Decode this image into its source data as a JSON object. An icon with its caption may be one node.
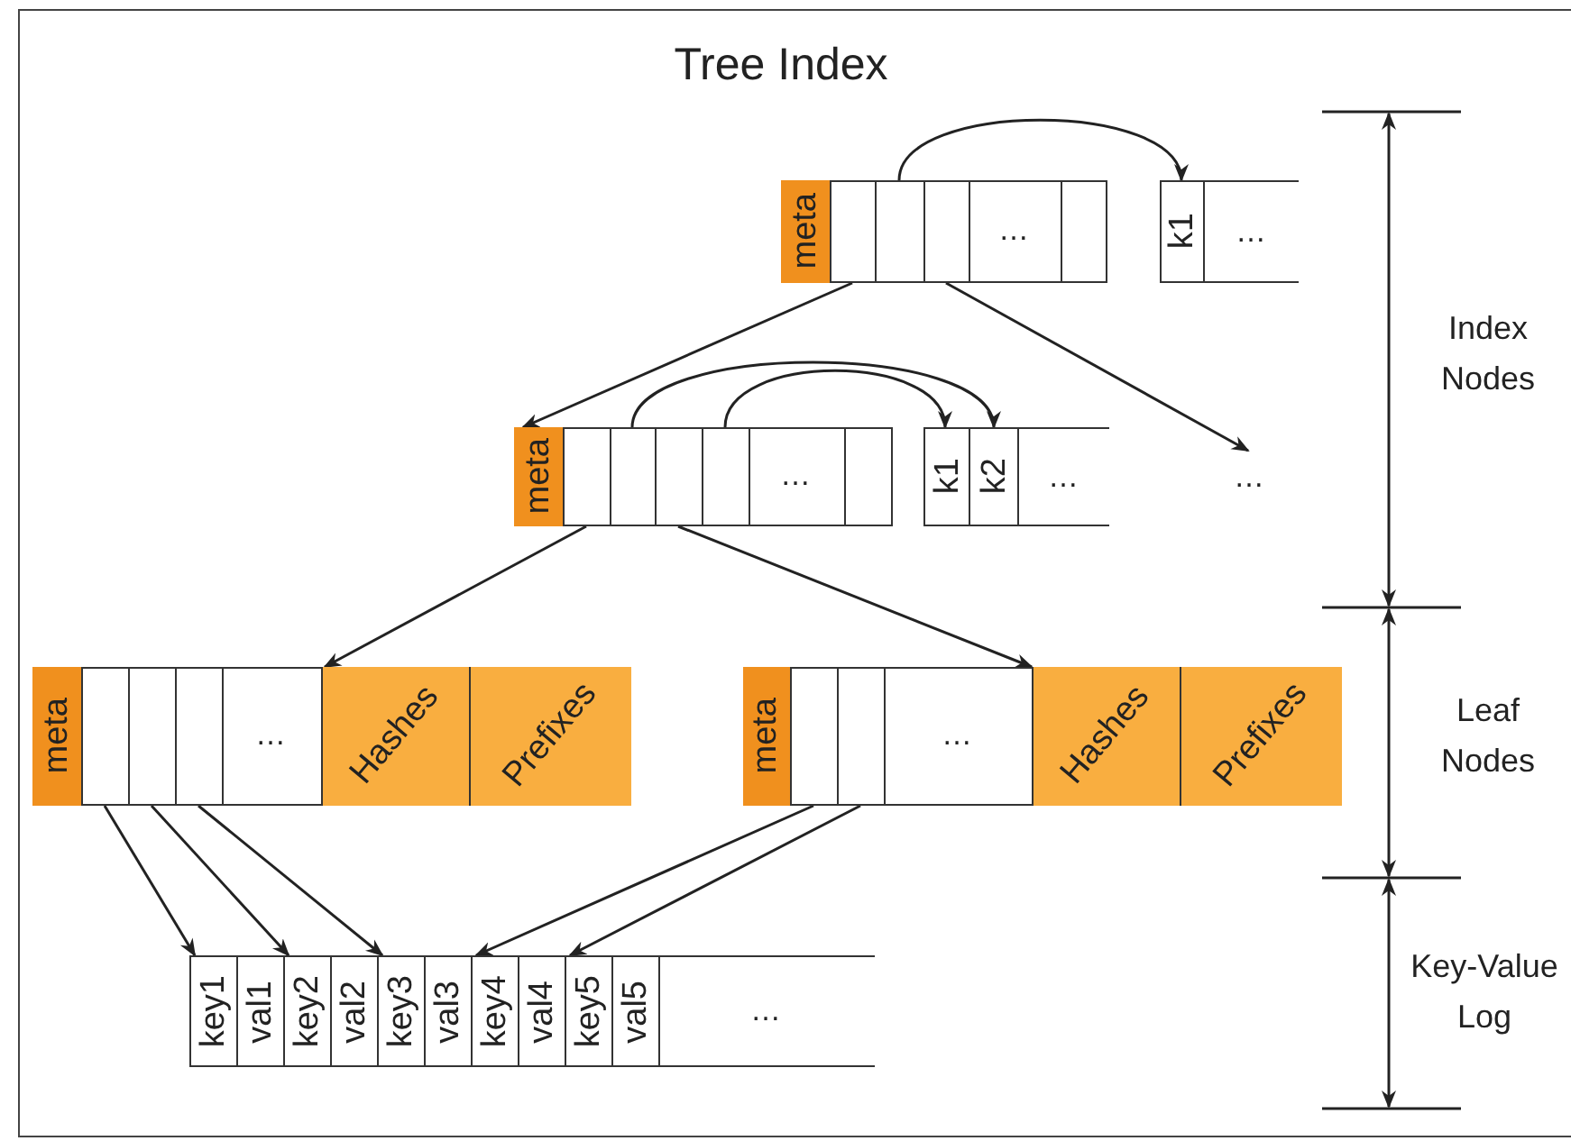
{
  "diagram": {
    "title": "Tree Index",
    "nodes": [
      {
        "text": [],
        "shape": "box"
      },
      {
        "text": [
          "meta"
        ],
        "in": 0
      },
      {
        "text": [],
        "shape": "box",
        "in": 0
      },
      {
        "text": [],
        "shape": "box",
        "in": 0
      },
      {
        "text": [],
        "shape": "box",
        "in": 0
      },
      {
        "text": [
          "…"
        ],
        "in": 0
      },
      {
        "text": [],
        "shape": "box",
        "in": 0
      },
      {
        "text": [
          "k1"
        ]
      },
      {
        "text": [
          "…"
        ]
      },
      {
        "text": [],
        "shape": "box"
      },
      {
        "text": [
          "meta"
        ],
        "in": 9
      },
      {
        "text": [],
        "shape": "box",
        "in": 9
      },
      {
        "text": [],
        "shape": "box",
        "in": 9
      },
      {
        "text": [],
        "shape": "box",
        "in": 9
      },
      {
        "text": [],
        "shape": "box",
        "in": 9
      },
      {
        "text": [
          "…"
        ],
        "in": 9
      },
      {
        "text": [],
        "shape": "box",
        "in": 9
      },
      {
        "text": [
          "k1"
        ]
      },
      {
        "text": [
          "k2"
        ]
      },
      {
        "text": [
          "…"
        ]
      },
      {
        "text": [
          "…"
        ]
      },
      {
        "text": [],
        "shape": "box"
      },
      {
        "text": [
          "meta"
        ],
        "in": 21
      },
      {
        "text": [],
        "shape": "box",
        "in": 21
      },
      {
        "text": [],
        "shape": "box",
        "in": 21
      },
      {
        "text": [],
        "shape": "box",
        "in": 21
      },
      {
        "text": [
          "…"
        ],
        "in": 21
      },
      {
        "text": [
          "Hashes"
        ],
        "in": 21
      },
      {
        "text": [
          "Prefixes"
        ],
        "in": 21
      },
      {
        "text": [],
        "shape": "box"
      },
      {
        "text": [
          "meta"
        ],
        "in": 29
      },
      {
        "text": [],
        "shape": "box",
        "in": 29
      },
      {
        "text": [],
        "shape": "box",
        "in": 29
      },
      {
        "text": [
          "…"
        ],
        "in": 29
      },
      {
        "text": [
          "Hashes"
        ],
        "in": 29
      },
      {
        "text": [
          "Prefixes"
        ],
        "in": 29
      },
      {
        "text": [
          "key1"
        ]
      },
      {
        "text": [
          "val1"
        ]
      },
      {
        "text": [
          "key2"
        ]
      },
      {
        "text": [
          "val2"
        ]
      },
      {
        "text": [
          "key3"
        ]
      },
      {
        "text": [
          "val3"
        ]
      },
      {
        "text": [
          "key4"
        ]
      },
      {
        "text": [
          "val4"
        ]
      },
      {
        "text": [
          "key5"
        ]
      },
      {
        "text": [
          "val5"
        ]
      },
      {
        "text": [
          "…"
        ]
      }
    ],
    "edges": [
      {
        "from": 2,
        "to": 9,
        "arrow": "to"
      },
      {
        "from": 3,
        "to": 7,
        "arrow": "to"
      },
      {
        "from": 4,
        "to": 20,
        "arrow": "to"
      },
      {
        "from": 11,
        "to": 21,
        "arrow": "to"
      },
      {
        "from": 12,
        "to": 18,
        "arrow": "to"
      },
      {
        "from": 13,
        "to": 29,
        "arrow": "to"
      },
      {
        "from": 14,
        "to": 17,
        "arrow": "to"
      },
      {
        "from": 23,
        "to": 36,
        "arrow": "to"
      },
      {
        "from": 24,
        "to": 38,
        "arrow": "to"
      },
      {
        "from": 25,
        "to": 40,
        "arrow": "to"
      },
      {
        "from": 31,
        "to": 42,
        "arrow": "to"
      },
      {
        "from": 32,
        "to": 44,
        "arrow": "to"
      }
    ],
    "labels": [
      "Index Nodes",
      "Leaf Nodes",
      "Key-Value Log"
    ]
  }
}
